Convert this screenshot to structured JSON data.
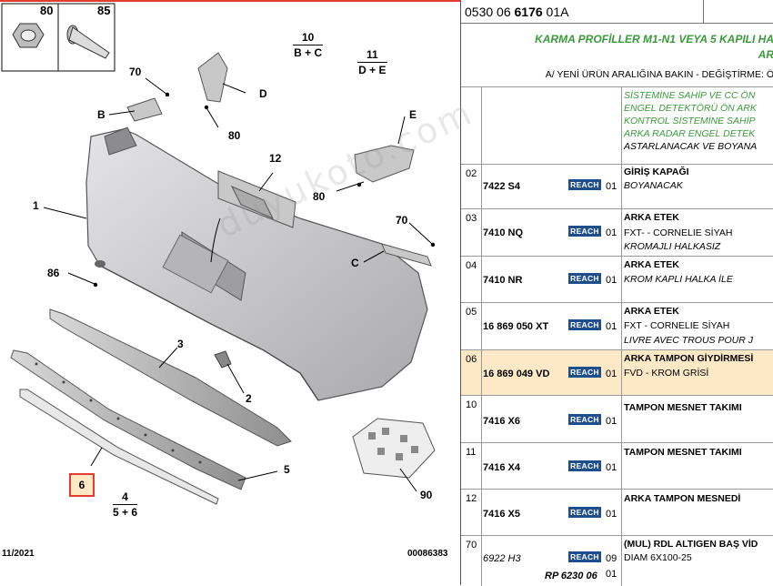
{
  "diagram": {
    "callouts": {
      "p80": "80",
      "p85": "85",
      "p10": "10",
      "p10_sub": "B + C",
      "p11": "11",
      "p11_sub": "D + E",
      "p70a": "70",
      "pB": "B",
      "pD": "D",
      "p80b": "80",
      "pE": "E",
      "p12": "12",
      "p80c": "80",
      "p1": "1",
      "p70b": "70",
      "pC": "C",
      "p86": "86",
      "p3": "3",
      "p2": "2",
      "p5": "5",
      "p6": "6",
      "p4": "4",
      "p4_sub": "5 + 6",
      "p90": "90"
    },
    "date": "11/2021",
    "ref": "00086383",
    "watermark": "duyukoto.com"
  },
  "header": {
    "code_prefix": "0530 06 ",
    "code_bold": "6176",
    "code_suffix": " 01A"
  },
  "title": {
    "line1": "KARMA PROFİLLER M1-N1 VEYA 5 KAPILI HA",
    "line2": "AR",
    "note": "A/ YENİ ÜRÜN ARALIĞINA BAKIN - DEĞİŞTİRME: Ö"
  },
  "first_row": {
    "lines": [
      "SİSTEMİNE SAHİP VE CC ÖN",
      "ENGEL DETEKTÖRÜ ÖN ARK",
      "KONTROL SİSTEMİNE SAHİP",
      "ARKA RADAR ENGEL DETEK",
      "ASTARLANACAK VE BOYANA"
    ]
  },
  "rows": [
    {
      "idx": "02",
      "part": "7422 S4",
      "reach": "REACH",
      "qty": "01",
      "title": "GİRİŞ KAPAĞI",
      "desc1": "BOYANACAK",
      "desc2": ""
    },
    {
      "idx": "03",
      "part": "7410 NQ",
      "reach": "REACH",
      "qty": "01",
      "title": "ARKA ETEK",
      "desc1": "FXT- - CORNELIE SİYAH",
      "desc2": "KROMAJLI HALKASIZ"
    },
    {
      "idx": "04",
      "part": "7410 NR",
      "reach": "REACH",
      "qty": "01",
      "title": "ARKA ETEK",
      "desc1": "KROM KAPLI HALKA İLE",
      "desc2": ""
    },
    {
      "idx": "05",
      "part": "16 869 050 XT",
      "reach": "REACH",
      "qty": "01",
      "title": "ARKA ETEK",
      "desc1": "FXT - CORNELIE SİYAH",
      "desc2": "LIVRE AVEC TROUS POUR J"
    },
    {
      "idx": "06",
      "part": "16 869 049 VD",
      "reach": "REACH",
      "qty": "01",
      "title": "ARKA TAMPON GİYDİRMESİ",
      "desc1": "FVD - KROM GRİSİ",
      "desc2": ""
    },
    {
      "idx": "10",
      "part": "7416 X6",
      "reach": "REACH",
      "qty": "01",
      "title": "TAMPON MESNET TAKIMI",
      "desc1": "",
      "desc2": ""
    },
    {
      "idx": "11",
      "part": "7416 X4",
      "reach": "REACH",
      "qty": "01",
      "title": "TAMPON MESNET TAKIMI",
      "desc1": "",
      "desc2": ""
    },
    {
      "idx": "12",
      "part": "7416 X5",
      "reach": "REACH",
      "qty": "01",
      "title": "ARKA TAMPON MESNEDİ",
      "desc1": "",
      "desc2": ""
    },
    {
      "idx": "70",
      "part": "6922 H3",
      "part2": "RP 6230 06",
      "reach": "REACH",
      "qty": "09",
      "qty2": "01",
      "title": "(MUL) RDL ALTIGEN BAŞ VİD",
      "desc1": "DIAM 6X100-25",
      "desc2": ""
    }
  ],
  "colors": {
    "highlight_fill": "#fde9c6",
    "highlight_border": "#e33b2e",
    "green": "#3a9a3a",
    "reach_badge": "#1f4e8c",
    "bumper": "#c9c9cc"
  }
}
